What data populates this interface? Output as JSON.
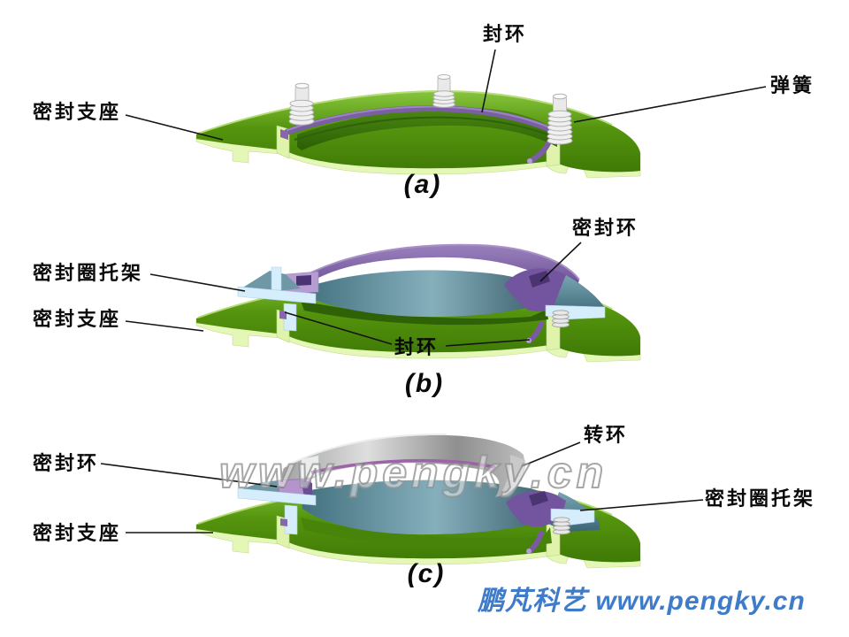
{
  "figure": {
    "type": "mechanical-seal-cutaway-diagram",
    "panels": [
      {
        "caption": "(a)",
        "labels": [
          {
            "text": "封环"
          },
          {
            "text": "弹簧"
          },
          {
            "text": "密封支座"
          }
        ]
      },
      {
        "caption": "(b)",
        "labels": [
          {
            "text": "密封圈托架"
          },
          {
            "text": "密封支座"
          },
          {
            "text": "密封环"
          },
          {
            "text": "封环"
          }
        ]
      },
      {
        "caption": "(c)",
        "labels": [
          {
            "text": "密封环"
          },
          {
            "text": "密封支座"
          },
          {
            "text": "转环"
          },
          {
            "text": "密封圈托架"
          }
        ]
      }
    ],
    "watermark_text": "www.pengky.cn",
    "footer_text": "鹏芃科艺 www.pengky.cn",
    "colors": {
      "support_green": "#55940e",
      "support_cut_green": "#e4f7b6",
      "carrier_teal": "#6e9aa9",
      "carrier_cut_blue": "#d6edfb",
      "seal_purple": "#7a5ba3",
      "seal_cut_purple": "#b79cd2",
      "rotating_ring_gray": "#b5b5b5",
      "spring_white": "#f1f1f1",
      "footer_blue": "#3e7cc9",
      "label_black": "#0a0a0a"
    }
  }
}
